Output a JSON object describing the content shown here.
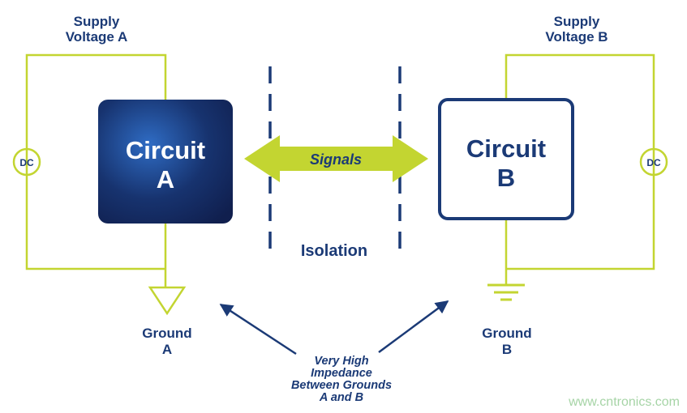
{
  "colors": {
    "navy": "#1b3a76",
    "lime": "#c3d531",
    "circuit_a_gradient_center": "#2f6cc4",
    "circuit_a_gradient_edge": "#101f4e",
    "watermark_green": "#a6d4a6",
    "background": "#ffffff"
  },
  "supply_a": {
    "line1": "Supply",
    "line2": "Voltage A"
  },
  "supply_b": {
    "line1": "Supply",
    "line2": "Voltage B"
  },
  "circuit_a": {
    "line1": "Circuit",
    "line2": "A"
  },
  "circuit_b": {
    "line1": "Circuit",
    "line2": "B"
  },
  "dc_source_left": "DC",
  "dc_source_right": "DC",
  "signals_label": "Signals",
  "isolation_label": "Isolation",
  "ground_a": {
    "line1": "Ground",
    "line2": "A"
  },
  "ground_b": {
    "line1": "Ground",
    "line2": "B"
  },
  "impedance_note": {
    "line1": "Very High",
    "line2": "Impedance",
    "line3": "Between Grounds",
    "line4": "A and B"
  },
  "watermark": "www.cntronics.com"
}
